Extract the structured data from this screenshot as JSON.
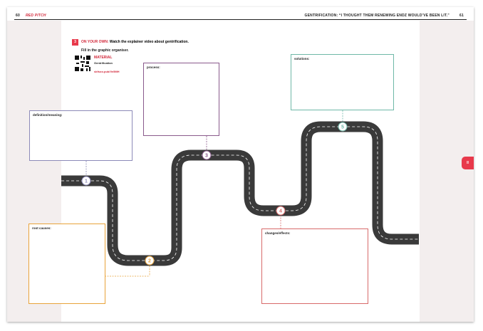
{
  "header": {
    "left_page_number": "60",
    "left_title": "RED PITCH",
    "right_title": "GENTRIFICATION: “I THOUGHT THEM RENEWING ENDZ WOULD’VE BEEN LIT.”",
    "right_page_number": "61"
  },
  "activity": {
    "number": "3",
    "lead": "ON YOUR OWN:",
    "instruction": "Watch the explainer video about gentrification.",
    "instruction2": "Fill in the graphic organiser."
  },
  "material": {
    "heading": "MATERIAL",
    "name": "Gentrification",
    "link": "skfsoo.pub/Ve5MH"
  },
  "boxes": {
    "definition": "definition/meaning:",
    "process": "process:",
    "solutions": "solutions:",
    "root_causes": "root causes:",
    "changes": "changes/effects:"
  },
  "markers": [
    "1",
    "2",
    "3",
    "4",
    "5"
  ],
  "side_tab": "II",
  "colors": {
    "accent": "#d22a3c",
    "definition": "#8c8ab8",
    "process": "#8a5a8c",
    "solutions": "#6fb8a8",
    "root_causes": "#e8a33a",
    "changes": "#d86a6a",
    "road": "#3a3a3a"
  }
}
